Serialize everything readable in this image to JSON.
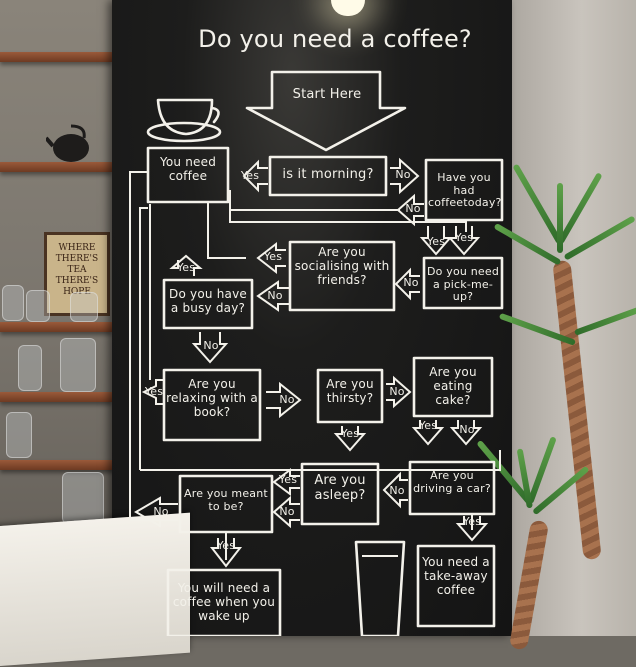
{
  "title": "Do you need a coffee?",
  "start": "Start Here",
  "nodes": {
    "need_coffee": "You need coffee",
    "morning": "is it morning?",
    "had_coffee": "Have you had coffeetoday?",
    "pick_me_up": "Do you need a pick-me-up?",
    "socialising": "Are you socialising with friends?",
    "busy_day": "Do you have a busy day?",
    "relaxing": "Are you relaxing with a book?",
    "thirsty": "Are you thirsty?",
    "cake": "Are you eating cake?",
    "driving": "Are you driving a car?",
    "asleep": "Are you asleep?",
    "meant_to_be": "Are you meant to be?",
    "wake_up": "You will need a coffee when you wake up",
    "take_away": "You need a take-away coffee"
  },
  "labels": {
    "yes": "Yes",
    "no": "No"
  },
  "sign_text": "WHERE THERE'S TEA THERE'S HOPE"
}
